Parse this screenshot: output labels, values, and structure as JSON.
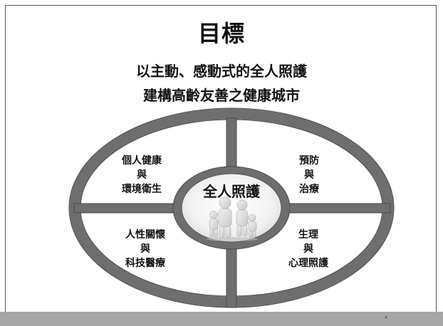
{
  "slide": {
    "title": "目標",
    "subtitle_line1": "以主動、感動式的全人照護",
    "subtitle_line2": "建構高齡友善之健康城市",
    "page_number": "4"
  },
  "diagram": {
    "center_label": "全人照護",
    "quadrants": {
      "top_left": [
        "個人健康",
        "與",
        "環境衛生"
      ],
      "top_right": [
        "預防",
        "與",
        "治療"
      ],
      "bottom_left": [
        "人性關懷",
        "與",
        "科技醫療"
      ],
      "bottom_right": [
        "生理",
        "與",
        "心理照護"
      ]
    }
  }
}
